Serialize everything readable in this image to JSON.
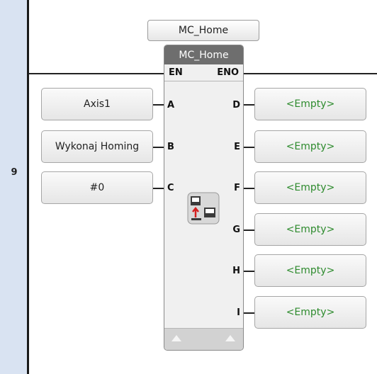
{
  "rung": {
    "number": "9"
  },
  "block": {
    "instance_name": "MC_Home",
    "type_name": "MC_Home",
    "en_label": "EN",
    "eno_label": "ENO",
    "icon": "motion-home-icon"
  },
  "inputs": [
    {
      "pin": "A",
      "value": "Axis1"
    },
    {
      "pin": "B",
      "value": "Wykonaj Homing"
    },
    {
      "pin": "C",
      "value": "#0"
    }
  ],
  "outputs": [
    {
      "pin": "D",
      "value": "<Empty>"
    },
    {
      "pin": "E",
      "value": "<Empty>"
    },
    {
      "pin": "F",
      "value": "<Empty>"
    },
    {
      "pin": "G",
      "value": "<Empty>"
    },
    {
      "pin": "H",
      "value": "<Empty>"
    },
    {
      "pin": "I",
      "value": "<Empty>"
    }
  ],
  "colors": {
    "empty_text": "#2e8b2e",
    "gutter": "#d9e3f2",
    "block_title": "#6e6e6e"
  }
}
